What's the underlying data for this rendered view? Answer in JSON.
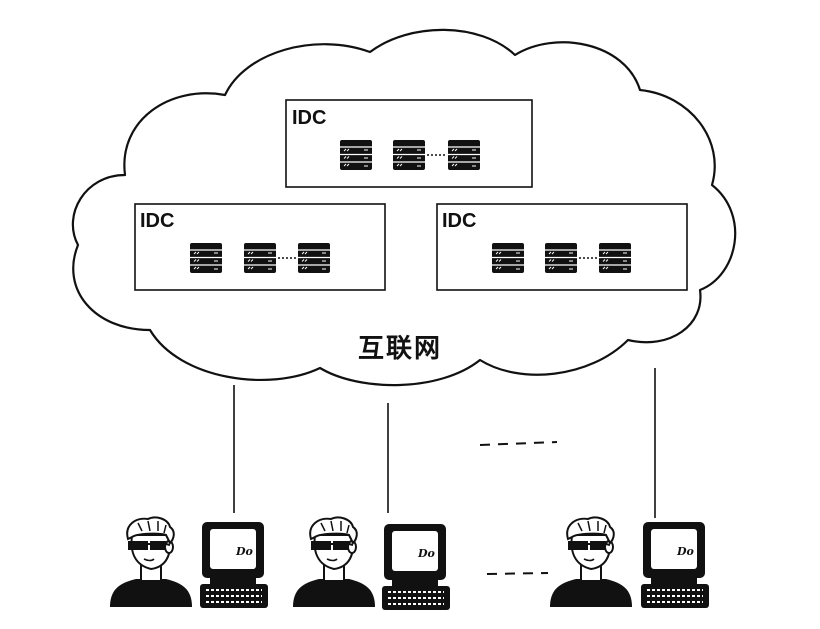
{
  "network": {
    "label": "互联网"
  },
  "idcs": [
    {
      "label": "IDC"
    },
    {
      "label": "IDC"
    },
    {
      "label": "IDC"
    }
  ],
  "screen_text": "Do",
  "colors": {
    "ink": "#111111",
    "background": "#ffffff",
    "screen": "#ffffff"
  },
  "icons": {
    "server": "server-rack-icon",
    "user": "developer-person-icon",
    "computer": "desktop-computer-icon"
  }
}
